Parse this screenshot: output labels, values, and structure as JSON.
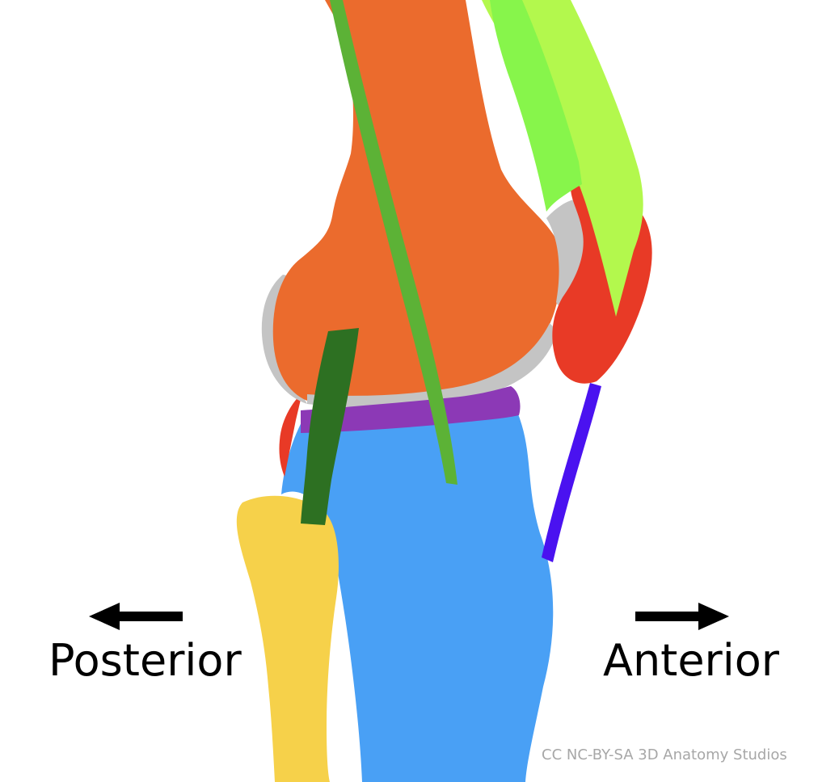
{
  "labels": {
    "posterior": "Posterior",
    "anterior": "Anterior"
  },
  "credit": "CC NC-BY-SA 3D Anatomy Studios",
  "icons": {
    "left": "arrow-left-icon",
    "right": "arrow-right-icon"
  },
  "colors": {
    "femur": "#eb6b2d",
    "cartilage": "#c4c4c4",
    "tibia": "#49a0f5",
    "fibula": "#f6d14a",
    "patella": "#e83a26",
    "meniscus": "#8c39b6",
    "patellar_ligament": "#4a12f0",
    "quadriceps_light": "#b3f84d",
    "quadriceps_dark": "#87f54b",
    "sartorius_strip": "#5cb236",
    "posterior_ligament": "#2d7022",
    "arrow": "#000000",
    "credit_text": "#a7a7a7"
  }
}
